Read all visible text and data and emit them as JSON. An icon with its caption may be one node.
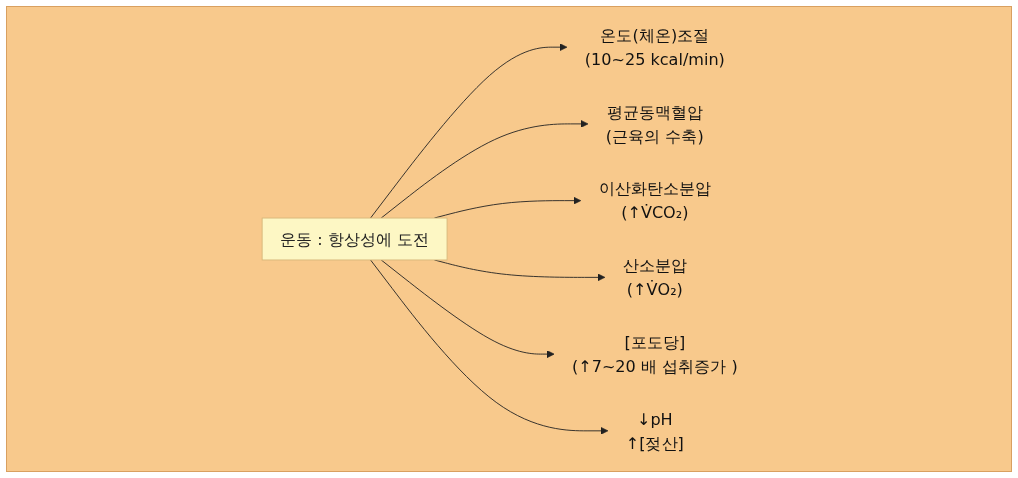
{
  "diagram": {
    "nodes": [
      {
        "text": [
          "운동 : 항상성에 도전"
        ]
      },
      {
        "text": [
          "온도(체온)조절",
          "(10~25 kcal/min)"
        ]
      },
      {
        "text": [
          "평균동맥혈압",
          "(근육의 수축)"
        ]
      },
      {
        "text": [
          "이산화탄소분압",
          "(↑V̇CO₂)"
        ]
      },
      {
        "text": [
          "산소분압",
          "(↑V̇O₂)"
        ]
      },
      {
        "text": [
          "[포도당]",
          "(↑7~20 배 섭취증가 )"
        ]
      },
      {
        "text": [
          "↓pH",
          "↑[젖산]"
        ]
      }
    ],
    "edges": [
      {
        "from": 0,
        "to": 1,
        "arrow": "to"
      },
      {
        "from": 0,
        "to": 2,
        "arrow": "to"
      },
      {
        "from": 0,
        "to": 3,
        "arrow": "to"
      },
      {
        "from": 0,
        "to": 4,
        "arrow": "to"
      },
      {
        "from": 0,
        "to": 5,
        "arrow": "to"
      },
      {
        "from": 0,
        "to": 6,
        "arrow": "to"
      }
    ]
  }
}
